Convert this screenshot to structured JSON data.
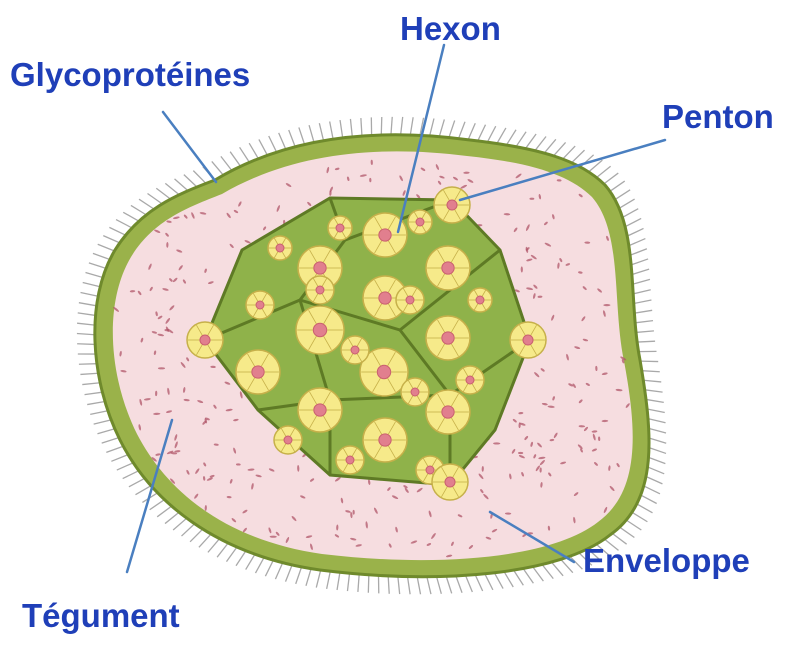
{
  "labels": {
    "hexon": "Hexon",
    "glycoproteines": "Glycoprotéines",
    "penton": "Penton",
    "enveloppe": "Enveloppe",
    "tegument": "Tégument"
  },
  "colors": {
    "label_text": "#1f3fb8",
    "leader_line": "#4a7fc0",
    "envelope_fill": "#9ab24a",
    "envelope_stroke": "#6f8a2c",
    "tegument_fill": "#f6dde0",
    "tegument_dots": "#b0566a",
    "capsid_fill": "#8fb24a",
    "capsid_stroke": "#5e7a25",
    "capsomere_fill": "#f6ea8a",
    "capsomere_stroke": "#c6b04a",
    "capsomere_center": "#e17f8e",
    "spike": "#a9a9a9"
  }
}
